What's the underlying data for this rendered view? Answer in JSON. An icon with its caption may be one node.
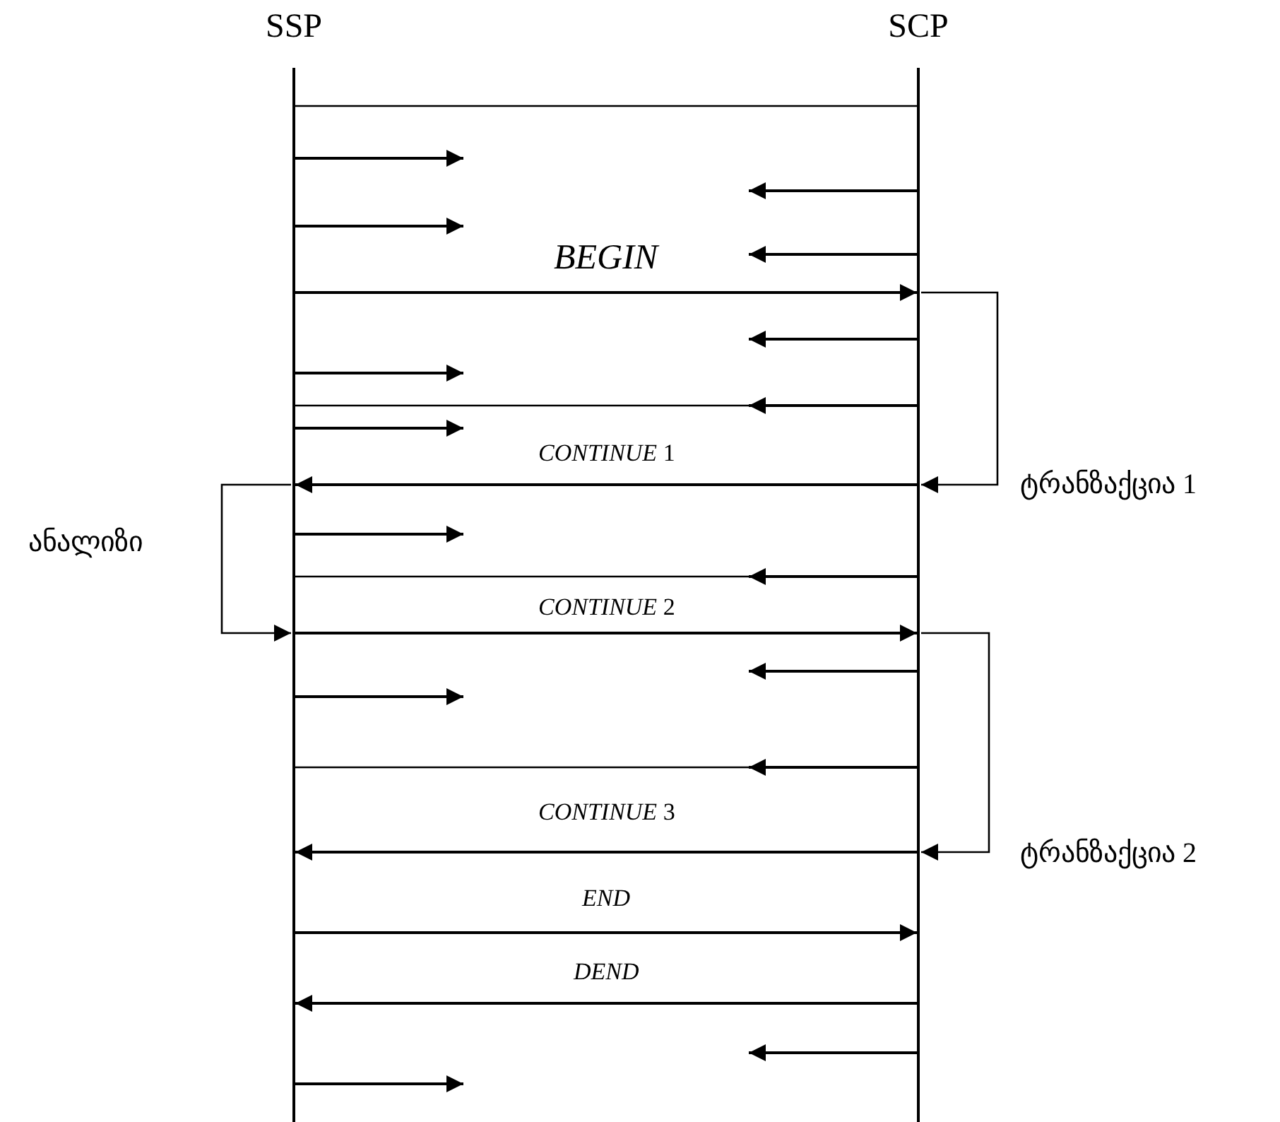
{
  "diagram": {
    "nodes": [
      {
        "text": [
          "SSP"
        ]
      },
      {
        "text": [
          "SCP"
        ]
      }
    ],
    "edges": [
      {
        "from": 0,
        "to": 1,
        "arrow": "none"
      },
      {
        "from": 0,
        "to": null,
        "arrow": "to"
      },
      {
        "from": 1,
        "to": null,
        "arrow": "to"
      },
      {
        "from": 0,
        "to": null,
        "arrow": "to"
      },
      {
        "from": 1,
        "to": null,
        "arrow": "to"
      },
      {
        "from": 0,
        "to": 1,
        "arrow": "to",
        "label": "*BEGIN*"
      },
      {
        "from": 1,
        "to": 1,
        "arrow": "to",
        "label": "ტრანზაქცია 1"
      },
      {
        "from": 1,
        "to": null,
        "arrow": "to"
      },
      {
        "from": 0,
        "to": null,
        "arrow": "to"
      },
      {
        "from": 0,
        "to": 1,
        "arrow": "none"
      },
      {
        "from": 1,
        "to": null,
        "arrow": "to"
      },
      {
        "from": 0,
        "to": null,
        "arrow": "to"
      },
      {
        "from": 1,
        "to": 0,
        "arrow": "to",
        "label": "*CONTINUE* 1"
      },
      {
        "from": 0,
        "to": 0,
        "arrow": "to",
        "label": "ანალიზი"
      },
      {
        "from": 0,
        "to": null,
        "arrow": "to"
      },
      {
        "from": 0,
        "to": 1,
        "arrow": "none"
      },
      {
        "from": 1,
        "to": null,
        "arrow": "to"
      },
      {
        "from": 0,
        "to": 1,
        "arrow": "to",
        "label": "*CONTINUE* 2"
      },
      {
        "from": 1,
        "to": 1,
        "arrow": "to",
        "label": "ტრანზაქცია 2"
      },
      {
        "from": 1,
        "to": null,
        "arrow": "to"
      },
      {
        "from": 0,
        "to": null,
        "arrow": "to"
      },
      {
        "from": 0,
        "to": 1,
        "arrow": "none"
      },
      {
        "from": 1,
        "to": null,
        "arrow": "to"
      },
      {
        "from": 1,
        "to": 0,
        "arrow": "to",
        "label": "*CONTINUE* 3"
      },
      {
        "from": 0,
        "to": 1,
        "arrow": "to",
        "label": "*END*"
      },
      {
        "from": 1,
        "to": 0,
        "arrow": "to",
        "label": "*DEND*"
      },
      {
        "from": 1,
        "to": null,
        "arrow": "to"
      },
      {
        "from": 0,
        "to": null,
        "arrow": "to"
      }
    ]
  }
}
